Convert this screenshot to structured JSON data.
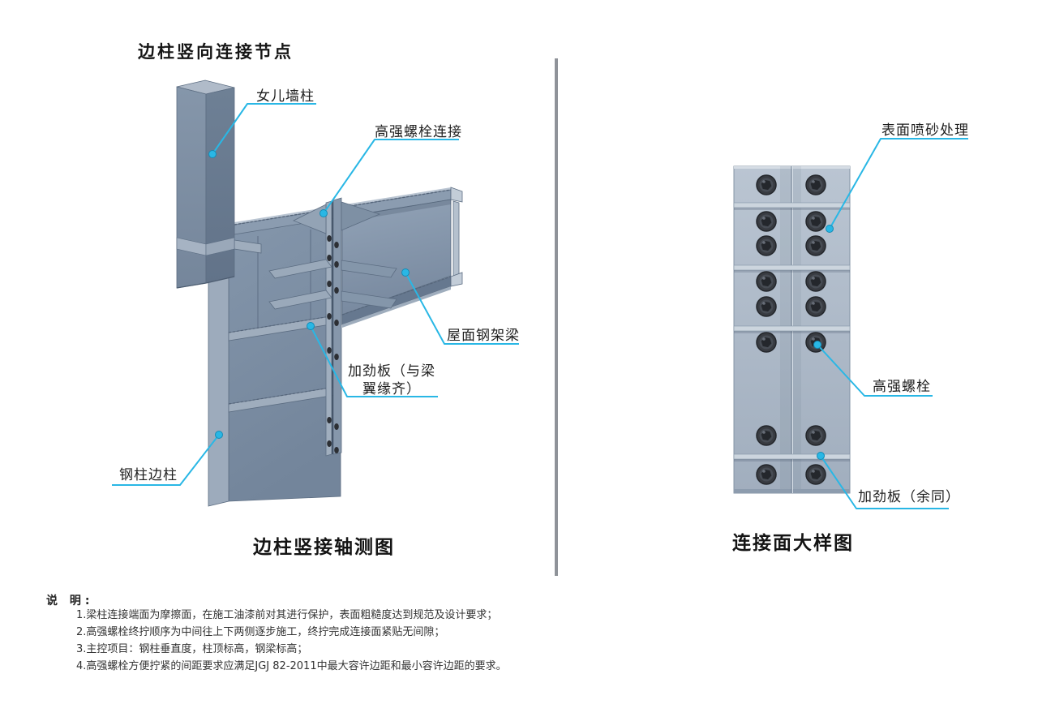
{
  "title": "边柱竖向连接节点",
  "colors": {
    "leader": "#29b7e5",
    "steel-mid": "#7e90a6",
    "ink": "#1d1d1f"
  },
  "left_panel": {
    "caption": "边柱竖接轴测图",
    "labels": {
      "parapet_column": "女儿墙柱",
      "bolt_connection": "高强螺栓连接",
      "roof_beam": "屋面钢架梁",
      "stiffener_line1": "加劲板（与梁",
      "stiffener_line2": "翼缘齐）",
      "edge_column": "钢柱边柱"
    }
  },
  "right_panel": {
    "caption": "连接面大样图",
    "labels": {
      "sandblast": "表面喷砂处理",
      "hs_bolt": "高强螺栓",
      "stiffener_rest": "加劲板（余同）"
    }
  },
  "notes": {
    "heading": "说 明:",
    "items": [
      "1.梁柱连接端面为摩擦面，在施工油漆前对其进行保护，表面粗糙度达到规范及设计要求；",
      "2.高强螺栓终拧顺序为中间往上下两侧逐步施工，终拧完成连接面紧贴无间隙；",
      "3.主控项目：钢柱垂直度，柱顶标高，钢梁标高；",
      "4.高强螺栓方便拧紧的间距要求应满足JGJ 82-2011中最大容许边距和最小容许边距的要求。"
    ]
  }
}
